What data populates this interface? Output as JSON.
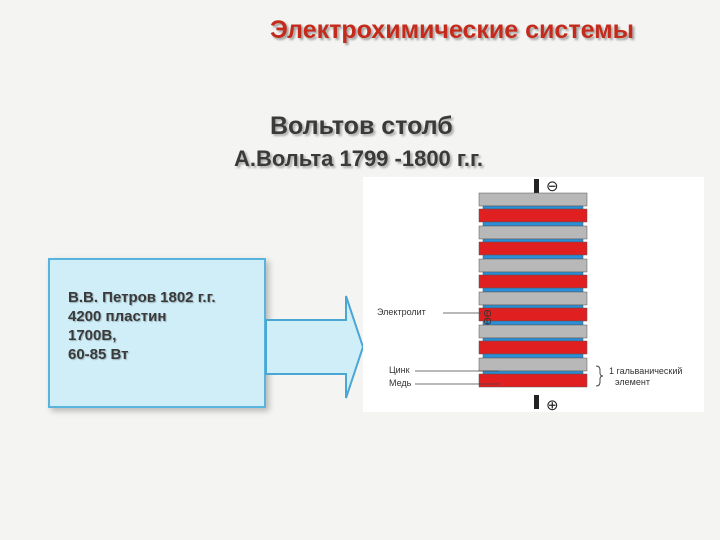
{
  "slide": {
    "title": "Электрохимические системы",
    "heading_1": "Вольтов столб",
    "heading_2": "А.Вольта 1799 -1800 г.г."
  },
  "info_box": {
    "lines": [
      "В.В. Петров 1802 г.г.",
      "4200 пластин",
      "1700В,",
      "60-85 Вт"
    ]
  },
  "diagram": {
    "minus_symbol": "⊖",
    "plus_symbol": "⊕",
    "side_mark": "ӨӨ",
    "labels": {
      "electrolyte": "Электролит",
      "zinc": "Цинк",
      "copper": "Медь",
      "cell_line_1": "1 гальванический",
      "cell_line_2": "элемент"
    },
    "colors": {
      "copper": "#e02020",
      "zinc": "#b8b8b8",
      "electrolyte": "#2a8fd6"
    }
  },
  "colors": {
    "title": "#c42b1c",
    "box_fill": "#cfeef8",
    "box_border": "#58b4dc",
    "arrow_border": "#4aa7d4"
  }
}
